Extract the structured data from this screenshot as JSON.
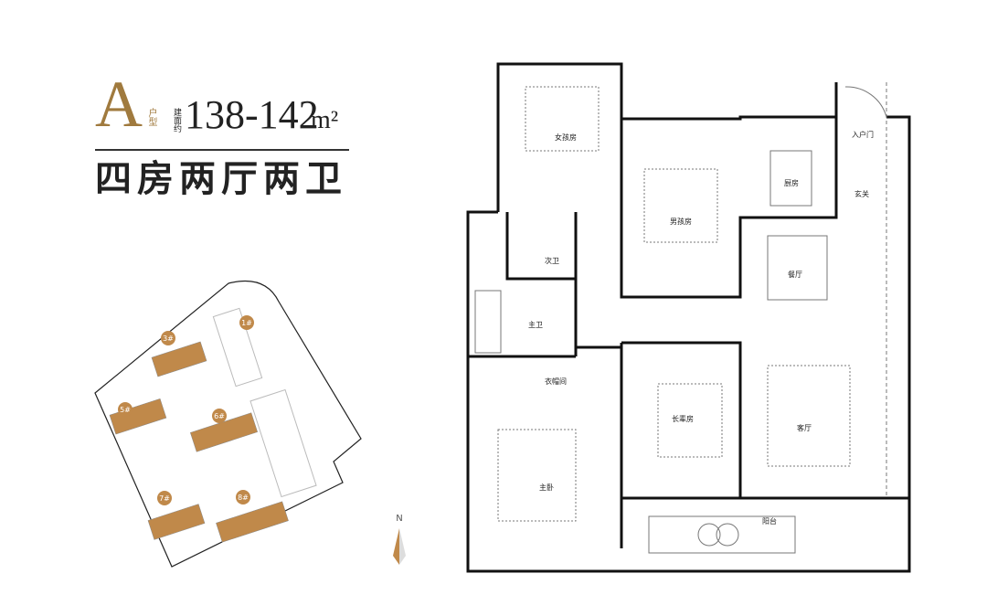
{
  "header": {
    "type_letter": "A",
    "type_suffix": "户型",
    "area_prefix": "建面约",
    "area_value": "138-142",
    "area_unit": "m²",
    "layout_title": "四房两厅两卫"
  },
  "site_plan": {
    "buildings": [
      "1#",
      "3#",
      "5#",
      "6#",
      "7#",
      "8#"
    ],
    "compass": "N"
  },
  "rooms": {
    "girl": "女孩房",
    "boy": "男孩房",
    "kitchen": "厨房",
    "entry_door": "入户门",
    "foyer": "玄关",
    "second_bath": "次卫",
    "dining": "餐厅",
    "master_bath": "主卫",
    "closet": "衣帽间",
    "elder": "长辈房",
    "living": "客厅",
    "master": "主卧",
    "balcony": "阳台"
  },
  "colors": {
    "accent": "#a07a3e",
    "wall": "#111111"
  }
}
